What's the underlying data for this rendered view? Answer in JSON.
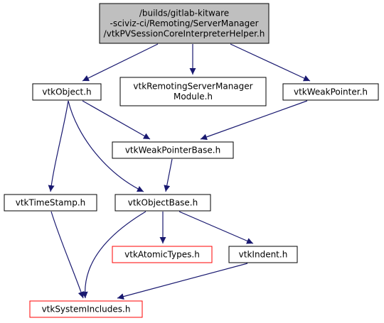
{
  "diagram": {
    "colors": {
      "edge": "#191970",
      "root_fill": "#bfbfbf",
      "node_border": "#000000",
      "missing_border": "#ff0000",
      "node_fill": "#ffffff"
    },
    "nodes": [
      {
        "id": "root",
        "lines": [
          "/builds/gitlab-kitware",
          "-sciviz-ci/Remoting/ServerManager",
          "/vtkPVSessionCoreInterpreterHelper.h"
        ],
        "kind": "root"
      },
      {
        "id": "vtkObject",
        "lines": [
          "vtkObject.h"
        ],
        "kind": "normal"
      },
      {
        "id": "vtkRemotingServerManagerModule",
        "lines": [
          "vtkRemotingServerManager",
          "Module.h"
        ],
        "kind": "normal"
      },
      {
        "id": "vtkWeakPointer",
        "lines": [
          "vtkWeakPointer.h"
        ],
        "kind": "normal"
      },
      {
        "id": "vtkWeakPointerBase",
        "lines": [
          "vtkWeakPointerBase.h"
        ],
        "kind": "normal"
      },
      {
        "id": "vtkTimeStamp",
        "lines": [
          "vtkTimeStamp.h"
        ],
        "kind": "normal"
      },
      {
        "id": "vtkObjectBase",
        "lines": [
          "vtkObjectBase.h"
        ],
        "kind": "normal"
      },
      {
        "id": "vtkAtomicTypes",
        "lines": [
          "vtkAtomicTypes.h"
        ],
        "kind": "missing"
      },
      {
        "id": "vtkIndent",
        "lines": [
          "vtkIndent.h"
        ],
        "kind": "normal"
      },
      {
        "id": "vtkSystemIncludes",
        "lines": [
          "vtkSystemIncludes.h"
        ],
        "kind": "missing"
      }
    ],
    "edges": [
      {
        "from": "root",
        "to": "vtkObject"
      },
      {
        "from": "root",
        "to": "vtkRemotingServerManagerModule"
      },
      {
        "from": "root",
        "to": "vtkWeakPointer"
      },
      {
        "from": "vtkObject",
        "to": "vtkWeakPointerBase"
      },
      {
        "from": "vtkObject",
        "to": "vtkTimeStamp"
      },
      {
        "from": "vtkObject",
        "to": "vtkObjectBase"
      },
      {
        "from": "vtkWeakPointer",
        "to": "vtkWeakPointerBase"
      },
      {
        "from": "vtkWeakPointerBase",
        "to": "vtkObjectBase"
      },
      {
        "from": "vtkTimeStamp",
        "to": "vtkSystemIncludes"
      },
      {
        "from": "vtkObjectBase",
        "to": "vtkAtomicTypes"
      },
      {
        "from": "vtkObjectBase",
        "to": "vtkIndent"
      },
      {
        "from": "vtkObjectBase",
        "to": "vtkSystemIncludes"
      },
      {
        "from": "vtkIndent",
        "to": "vtkSystemIncludes"
      }
    ]
  }
}
